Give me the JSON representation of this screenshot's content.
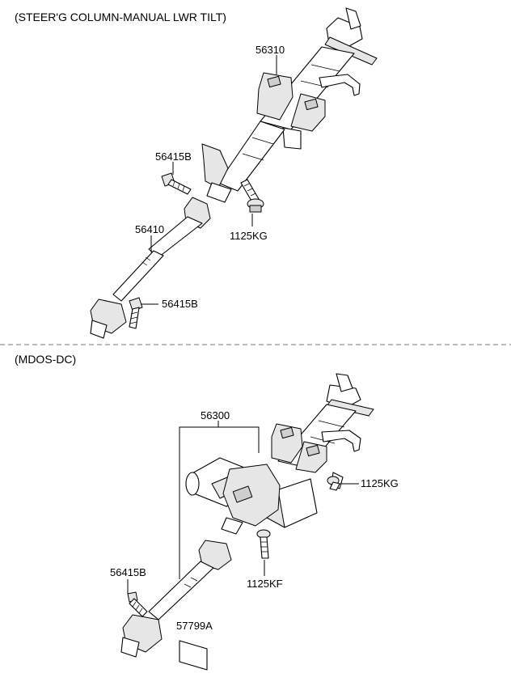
{
  "sections": {
    "top_title": "(STEER'G COLUMN-MANUAL LWR TILT)",
    "bottom_title": "(MDOS-DC)"
  },
  "top_labels": {
    "column": "56310",
    "bolt_upper": "56415B",
    "shaft": "56410",
    "bolt_lower": "56415B",
    "bolt_mount": "1125KG"
  },
  "bottom_labels": {
    "assembly": "56300",
    "bolt_mount": "1125KG",
    "bolt_flange": "1125KF",
    "bolt_shaft": "56415B",
    "label_sticker": "57799A"
  }
}
